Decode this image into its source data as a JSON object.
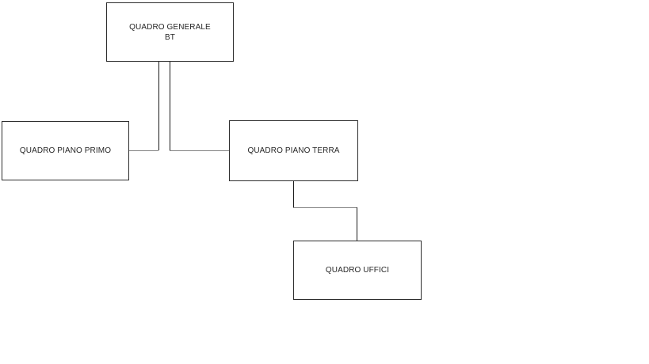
{
  "diagram": {
    "nodes": {
      "generale": {
        "line1": "QUADRO GENERALE",
        "line2": "BT"
      },
      "piano_primo": {
        "label": "QUADRO PIANO PRIMO"
      },
      "piano_terra": {
        "label": "QUADRO PIANO TERRA"
      },
      "uffici": {
        "label": "QUADRO UFFICI"
      }
    },
    "colors": {
      "background": "#ffffff",
      "box_border": "#2e2e2e",
      "text": "#262626",
      "connector_vertical": "#1a1a1a",
      "connector_horizontal": "#808080"
    }
  }
}
